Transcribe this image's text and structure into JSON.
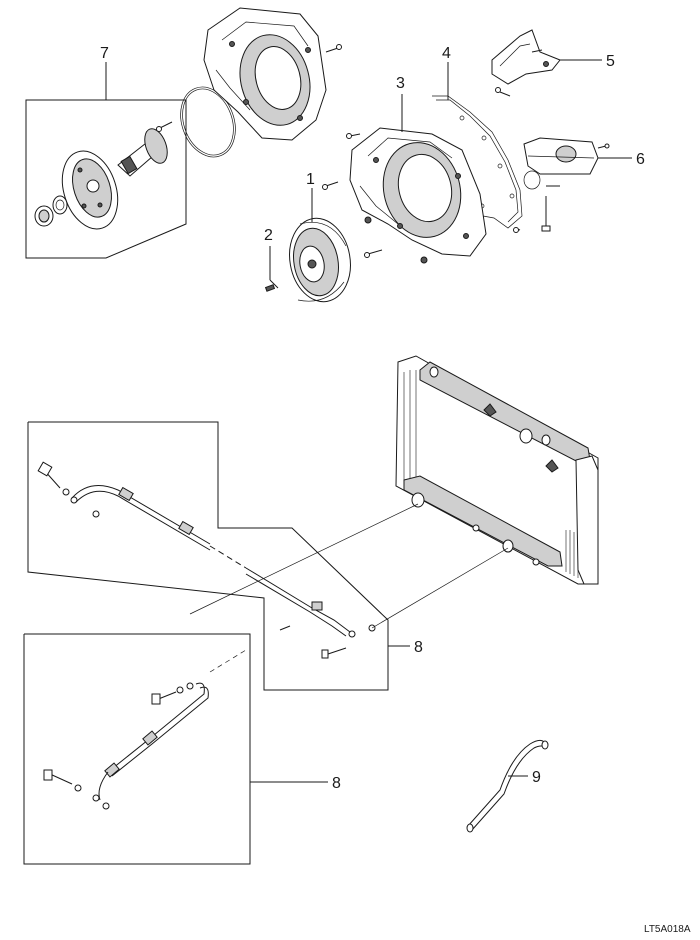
{
  "callouts": {
    "c1": "1",
    "c2": "2",
    "c3": "3",
    "c4": "4",
    "c5": "5",
    "c6": "6",
    "c7": "7",
    "c8a": "8",
    "c8b": "8",
    "c9": "9"
  },
  "figure_code": "LT5A018A"
}
